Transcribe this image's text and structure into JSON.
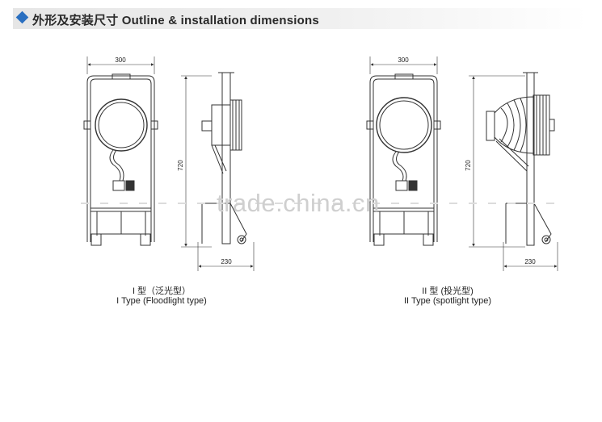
{
  "header": {
    "title": "外形及安装尺寸 Outline & installation dimensions",
    "icon": "diamond-bullet-icon",
    "accent_color": "#2a6fc0"
  },
  "figures": [
    {
      "width_dim": "300",
      "height_dim": "720",
      "depth_dim": "230",
      "caption_cn": "I 型（泛光型）",
      "caption_en": "I Type (Floodlight  type)"
    },
    {
      "width_dim": "300",
      "height_dim": "720",
      "depth_dim": "230",
      "caption_cn": "II 型 (投光型)",
      "caption_en": "II Type  (spotlight  type)"
    }
  ],
  "watermark": "trade.china.cn"
}
